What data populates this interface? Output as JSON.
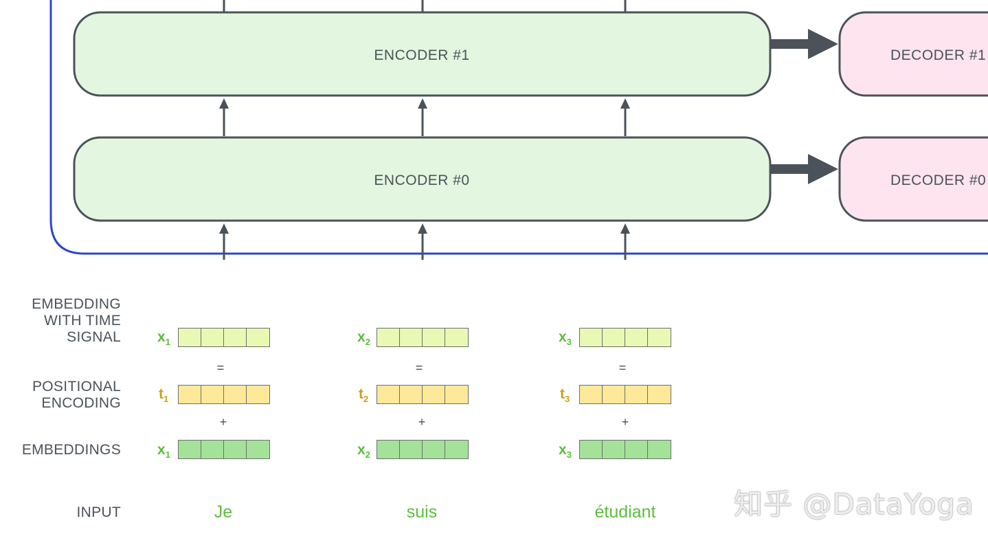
{
  "encoders": [
    "ENCODER #1",
    "ENCODER #0"
  ],
  "decoders": [
    "DECODER #1",
    "DECODER #0"
  ],
  "row_labels": {
    "embedding_with_time_signal": [
      "EMBEDDING",
      "WITH TIME",
      "SIGNAL"
    ],
    "positional_encoding": [
      "POSITIONAL",
      "ENCODING"
    ],
    "embeddings": "EMBEDDINGS",
    "input": "INPUT"
  },
  "columns": [
    {
      "word": "Je",
      "x_sym": "x",
      "t_sym": "t",
      "index": "1"
    },
    {
      "word": "suis",
      "x_sym": "x",
      "t_sym": "t",
      "index": "2"
    },
    {
      "word": "étudiant",
      "x_sym": "x",
      "t_sym": "t",
      "index": "3"
    }
  ],
  "operators": {
    "equals": "=",
    "plus": "+"
  },
  "vector_cells": 4,
  "colors": {
    "encoder_fill": "#e3f6e0",
    "decoder_fill": "#fde4ef",
    "stroke": "#4b525a",
    "frame": "#2d45c9",
    "time_signal_fill": "#e8f9b4",
    "positional_fill": "#fde999",
    "embedding_fill": "#a4e29a"
  },
  "watermark": "知乎 @DataYoga"
}
